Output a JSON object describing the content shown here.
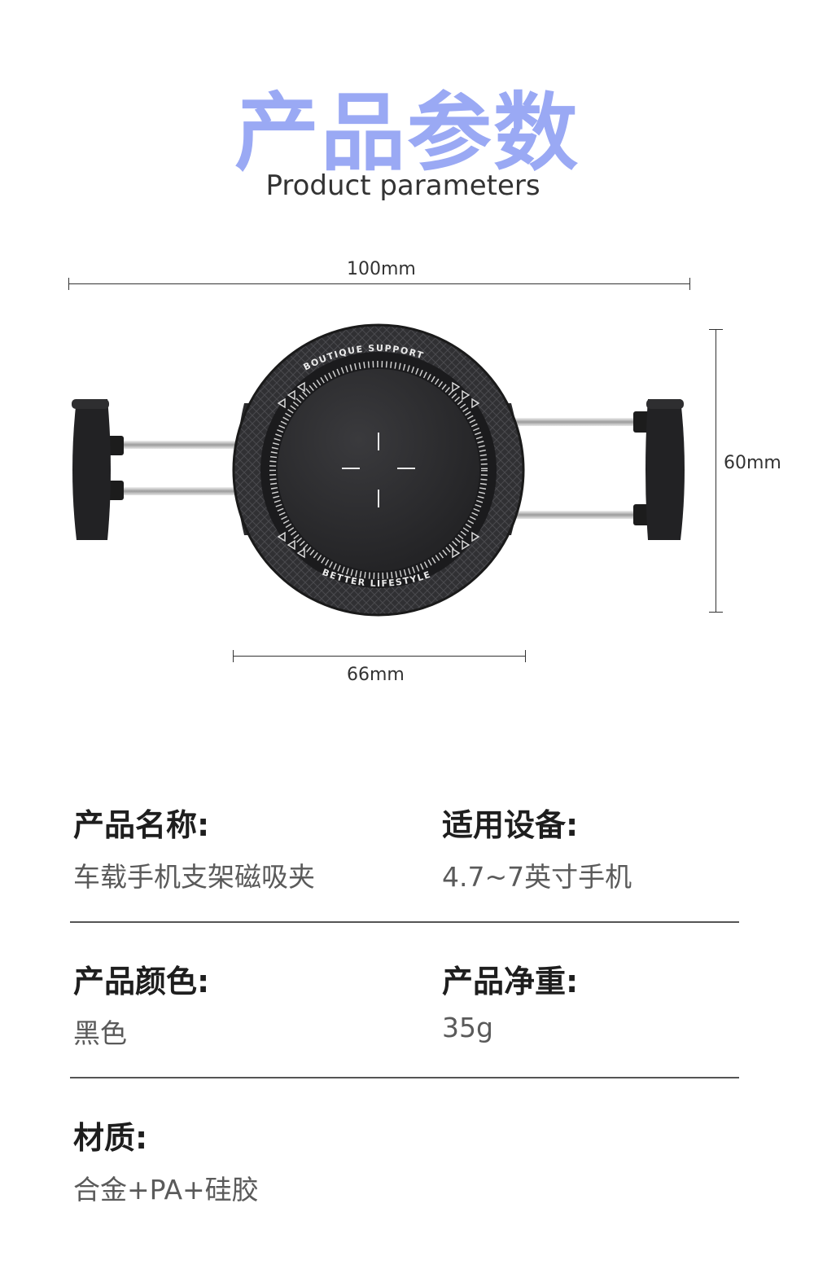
{
  "header": {
    "title_cn": "产品参数",
    "title_en": "Product parameters"
  },
  "dimensions": {
    "width_top": "100mm",
    "height_right": "60mm",
    "width_bottom": "66mm"
  },
  "product_image": {
    "ring_text_top": "BOUTIQUE SUPPORT",
    "ring_text_bottom": "BETTER LIFESTYLE",
    "body_color": "#2b2b2d"
  },
  "params": [
    {
      "label": "产品名称:",
      "value": "车载手机支架磁吸夹"
    },
    {
      "label": "适用设备:",
      "value": "4.7~7英寸手机"
    },
    {
      "label": "产品颜色:",
      "value": "黑色"
    },
    {
      "label": "产品净重:",
      "value": "35g"
    },
    {
      "label": "材质:",
      "value": "合金+PA+硅胶"
    }
  ],
  "colors": {
    "title_accent": "#9aa9f4"
  }
}
